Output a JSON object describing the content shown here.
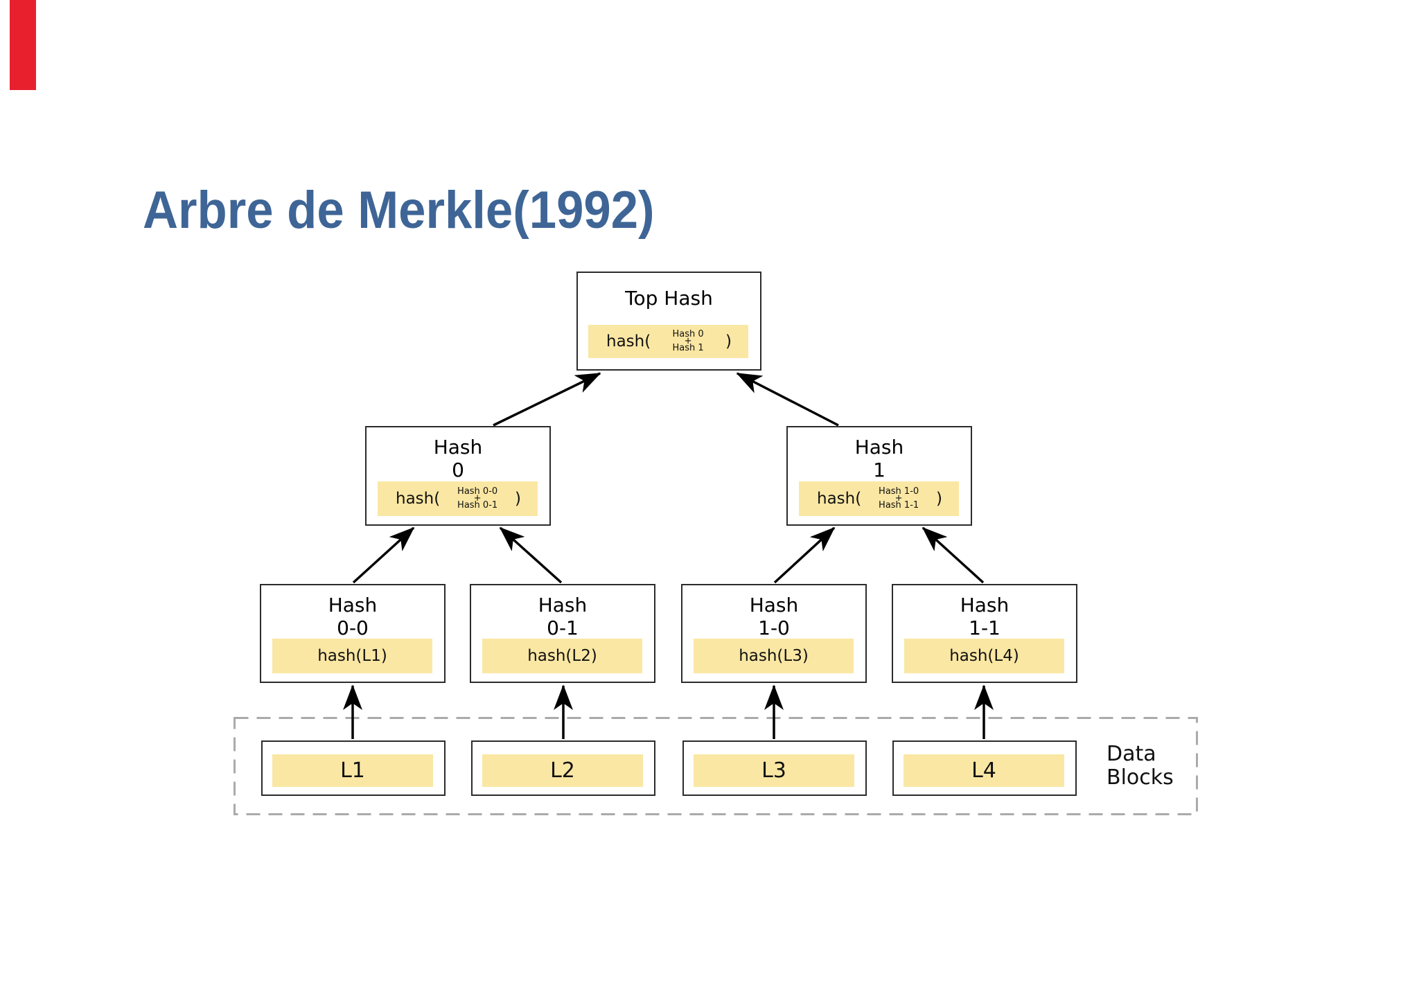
{
  "slide": {
    "title": "Arbre de Merkle(1992)",
    "title_color": "#3E6596",
    "accent_bar_color": "#E8202E",
    "background_color": "#FFFFFF"
  },
  "diagram": {
    "colors": {
      "highlight": "#FAE7A3",
      "box_border": "#2B2B2B",
      "dashed_border": "#AAAAAA",
      "arrow": "#000000"
    },
    "top": {
      "title": "Top Hash",
      "prefix": "hash(",
      "op1": "Hash 0",
      "plus": "+",
      "op2": "Hash 1",
      "close": ")"
    },
    "level1": [
      {
        "line1": "Hash",
        "line2": "0",
        "prefix": "hash(",
        "op1": "Hash 0-0",
        "plus": "+",
        "op2": "Hash 0-1",
        "close": ")"
      },
      {
        "line1": "Hash",
        "line2": "1",
        "prefix": "hash(",
        "op1": "Hash 1-0",
        "plus": "+",
        "op2": "Hash 1-1",
        "close": ")"
      }
    ],
    "level2": [
      {
        "line1": "Hash",
        "line2": "0-0",
        "formula": "hash(L1)"
      },
      {
        "line1": "Hash",
        "line2": "0-1",
        "formula": "hash(L2)"
      },
      {
        "line1": "Hash",
        "line2": "1-0",
        "formula": "hash(L3)"
      },
      {
        "line1": "Hash",
        "line2": "1-1",
        "formula": "hash(L4)"
      }
    ],
    "data_blocks": {
      "label1": "Data",
      "label2": "Blocks",
      "items": [
        "L1",
        "L2",
        "L3",
        "L4"
      ]
    }
  }
}
